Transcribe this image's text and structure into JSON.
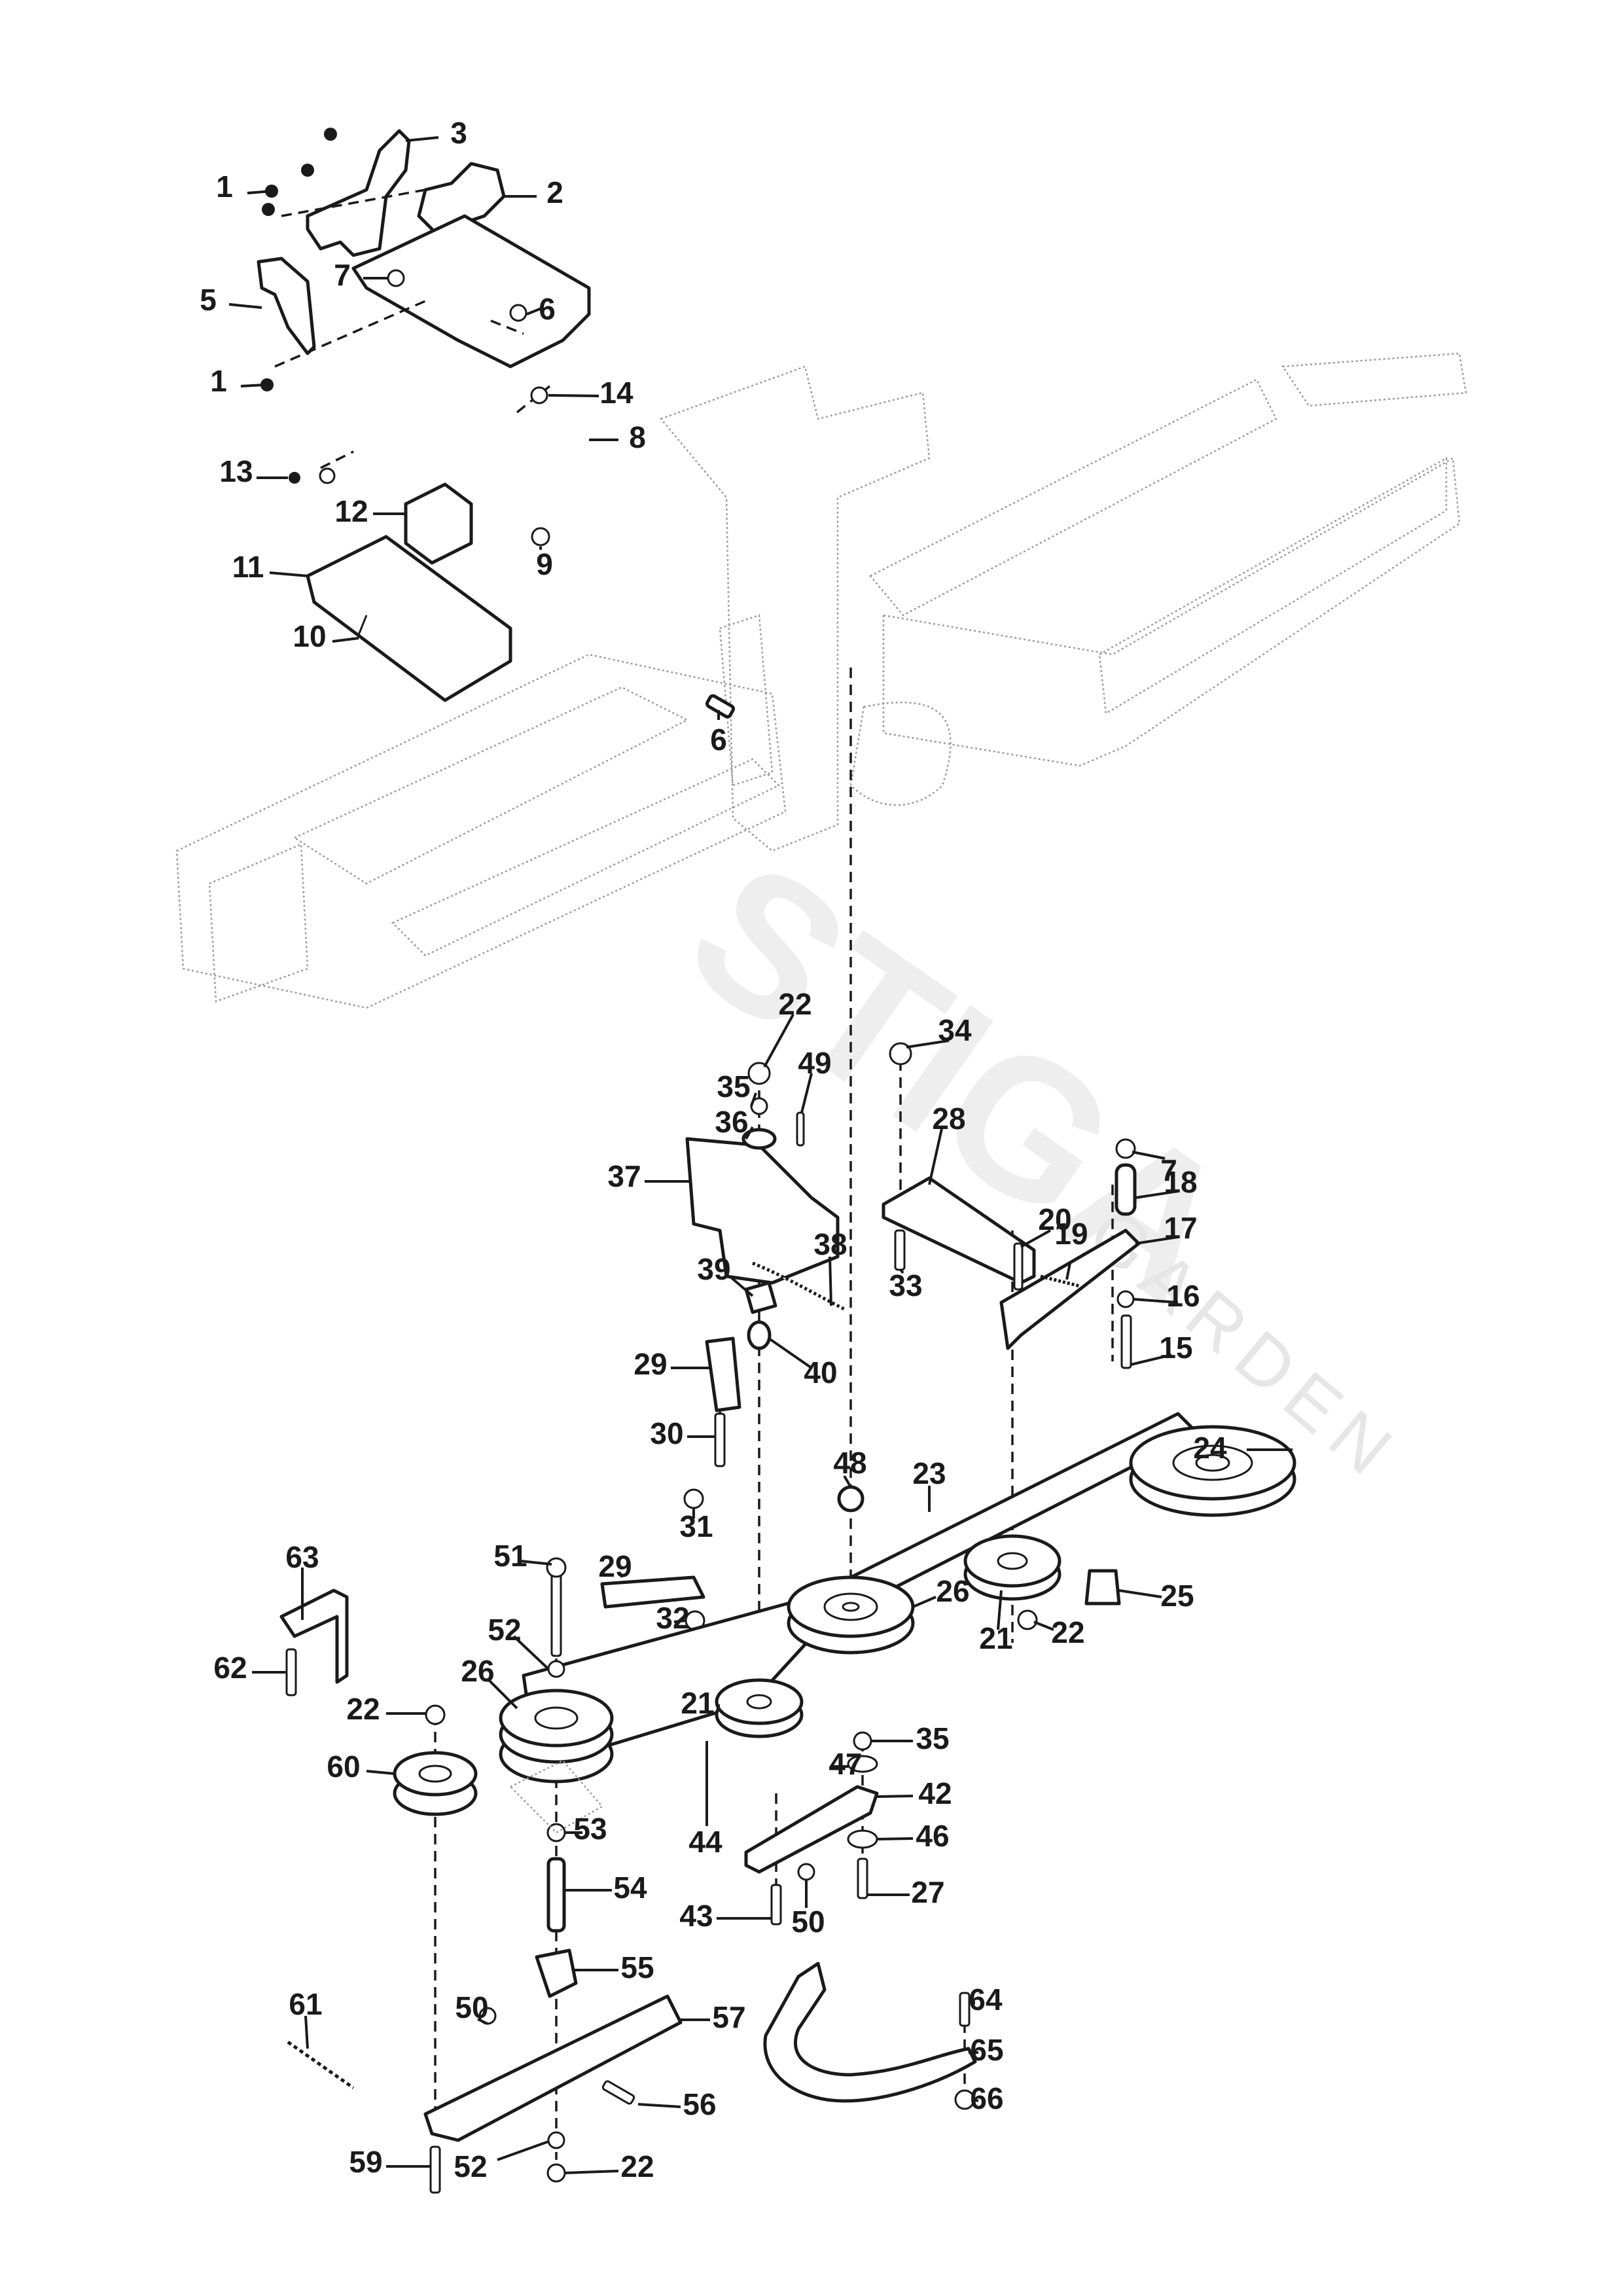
{
  "diagram": {
    "type": "exploded-parts-diagram",
    "subject": "ride-on mower chassis – cutting deck drive (pulleys, belts, brackets)",
    "watermark": {
      "brand": "STIGA",
      "sub": "GARDEN"
    },
    "reference_numbers": [
      "1",
      "2",
      "3",
      "5",
      "6",
      "7",
      "8",
      "9",
      "10",
      "11",
      "12",
      "13",
      "14",
      "15",
      "16",
      "17",
      "18",
      "19",
      "20",
      "21",
      "22",
      "23",
      "24",
      "25",
      "26",
      "27",
      "28",
      "29",
      "30",
      "31",
      "32",
      "33",
      "34",
      "35",
      "36",
      "37",
      "38",
      "39",
      "40",
      "42",
      "43",
      "44",
      "46",
      "47",
      "48",
      "49",
      "50",
      "51",
      "52",
      "53",
      "54",
      "55",
      "56",
      "57",
      "59",
      "60",
      "61",
      "62",
      "63",
      "64",
      "65",
      "66"
    ],
    "callouts": [
      {
        "id": "c1a",
        "ref": "1"
      },
      {
        "id": "c3",
        "ref": "3"
      },
      {
        "id": "c2",
        "ref": "2"
      },
      {
        "id": "c7a",
        "ref": "7"
      },
      {
        "id": "c5",
        "ref": "5"
      },
      {
        "id": "c6a",
        "ref": "6"
      },
      {
        "id": "c1b",
        "ref": "1"
      },
      {
        "id": "c14",
        "ref": "14"
      },
      {
        "id": "c8",
        "ref": "8"
      },
      {
        "id": "c13",
        "ref": "13"
      },
      {
        "id": "c12",
        "ref": "12"
      },
      {
        "id": "c9",
        "ref": "9"
      },
      {
        "id": "c11",
        "ref": "11"
      },
      {
        "id": "c10",
        "ref": "10"
      },
      {
        "id": "c6b",
        "ref": "6"
      },
      {
        "id": "c22a",
        "ref": "22"
      },
      {
        "id": "c34",
        "ref": "34"
      },
      {
        "id": "c49",
        "ref": "49"
      },
      {
        "id": "c35a",
        "ref": "35"
      },
      {
        "id": "c36",
        "ref": "36"
      },
      {
        "id": "c28",
        "ref": "28"
      },
      {
        "id": "c7b",
        "ref": "7"
      },
      {
        "id": "c18",
        "ref": "18"
      },
      {
        "id": "c37",
        "ref": "37"
      },
      {
        "id": "c20",
        "ref": "20"
      },
      {
        "id": "c17",
        "ref": "17"
      },
      {
        "id": "c19",
        "ref": "19"
      },
      {
        "id": "c38",
        "ref": "38"
      },
      {
        "id": "c33",
        "ref": "33"
      },
      {
        "id": "c39",
        "ref": "39"
      },
      {
        "id": "c16",
        "ref": "16"
      },
      {
        "id": "c29a",
        "ref": "29"
      },
      {
        "id": "c40",
        "ref": "40"
      },
      {
        "id": "c15",
        "ref": "15"
      },
      {
        "id": "c30",
        "ref": "30"
      },
      {
        "id": "c24",
        "ref": "24"
      },
      {
        "id": "c48",
        "ref": "48"
      },
      {
        "id": "c23",
        "ref": "23"
      },
      {
        "id": "c31",
        "ref": "31"
      },
      {
        "id": "c29b",
        "ref": "29"
      },
      {
        "id": "c51",
        "ref": "51"
      },
      {
        "id": "c63",
        "ref": "63"
      },
      {
        "id": "c26a",
        "ref": "26"
      },
      {
        "id": "c25",
        "ref": "25"
      },
      {
        "id": "c32",
        "ref": "32"
      },
      {
        "id": "c52a",
        "ref": "52"
      },
      {
        "id": "c21a",
        "ref": "21"
      },
      {
        "id": "c22b",
        "ref": "22"
      },
      {
        "id": "c26b",
        "ref": "26"
      },
      {
        "id": "c62",
        "ref": "62"
      },
      {
        "id": "c22c",
        "ref": "22"
      },
      {
        "id": "c21b",
        "ref": "21"
      },
      {
        "id": "c35b",
        "ref": "35"
      },
      {
        "id": "c47",
        "ref": "47"
      },
      {
        "id": "c60",
        "ref": "60"
      },
      {
        "id": "c44",
        "ref": "44"
      },
      {
        "id": "c42",
        "ref": "42"
      },
      {
        "id": "c53",
        "ref": "53"
      },
      {
        "id": "c46",
        "ref": "46"
      },
      {
        "id": "c54",
        "ref": "54"
      },
      {
        "id": "c43",
        "ref": "43"
      },
      {
        "id": "c50a",
        "ref": "50"
      },
      {
        "id": "c27",
        "ref": "27"
      },
      {
        "id": "c55",
        "ref": "55"
      },
      {
        "id": "c64",
        "ref": "64"
      },
      {
        "id": "c61",
        "ref": "61"
      },
      {
        "id": "c50b",
        "ref": "50"
      },
      {
        "id": "c57",
        "ref": "57"
      },
      {
        "id": "c65",
        "ref": "65"
      },
      {
        "id": "c66",
        "ref": "66"
      },
      {
        "id": "c56",
        "ref": "56"
      },
      {
        "id": "c59",
        "ref": "59"
      },
      {
        "id": "c52b",
        "ref": "52"
      },
      {
        "id": "c22d",
        "ref": "22"
      }
    ],
    "colors": {
      "ink": "#1a1a1a",
      "ghost_frame": "#9a9a9a",
      "watermark": "#eeeeee",
      "background": "#ffffff"
    }
  }
}
